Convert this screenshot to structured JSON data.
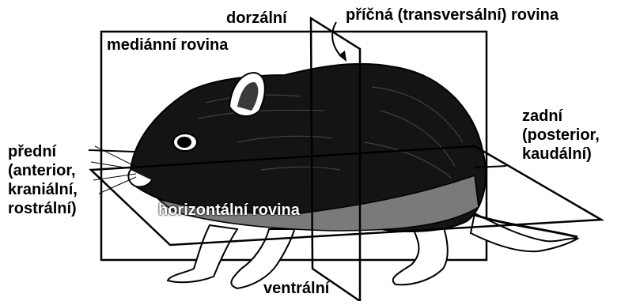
{
  "labels": {
    "dorsal": "dorzální",
    "transverse": "příčná (transversální) rovina",
    "median": "mediánní rovina",
    "posterior": "zadní\n(posterior,\nkaudální)",
    "anterior": "přední\n(anterior,\nkraniální,\nrostrální)",
    "horizontal": "horizontální rovina",
    "ventral": "ventrální"
  },
  "colors": {
    "ink": "#000000",
    "background": "#ffffff"
  },
  "illustration": "hamster-body-planes"
}
